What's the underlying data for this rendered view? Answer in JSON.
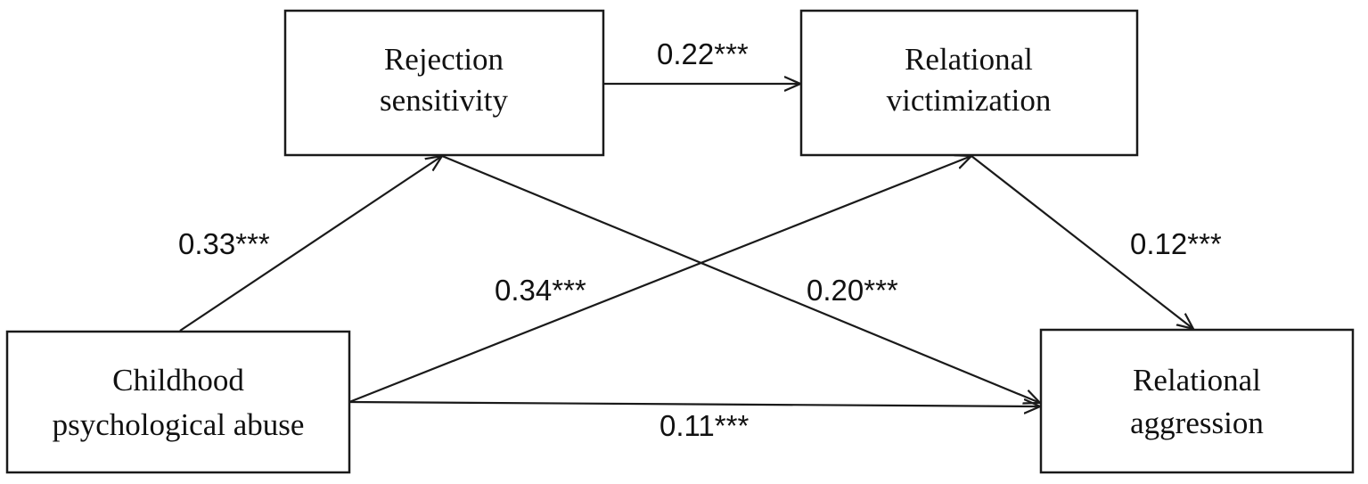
{
  "nodes": {
    "rejection_sensitivity": {
      "line1": "Rejection",
      "line2": "sensitivity"
    },
    "relational_victimization": {
      "line1": "Relational",
      "line2": "victimization"
    },
    "childhood_abuse": {
      "line1": "Childhood",
      "line2": "psychological abuse"
    },
    "relational_aggression": {
      "line1": "Relational",
      "line2": "aggression"
    }
  },
  "paths": {
    "rs_to_rv": "0.22***",
    "ca_to_rs": "0.33***",
    "ca_to_rv": "0.34***",
    "rs_to_ra": "0.20***",
    "rv_to_ra": "0.12***",
    "ca_to_ra": "0.11***"
  },
  "colors": {
    "stroke": "#1a1a1a",
    "text": "#111111",
    "background": "#ffffff"
  }
}
